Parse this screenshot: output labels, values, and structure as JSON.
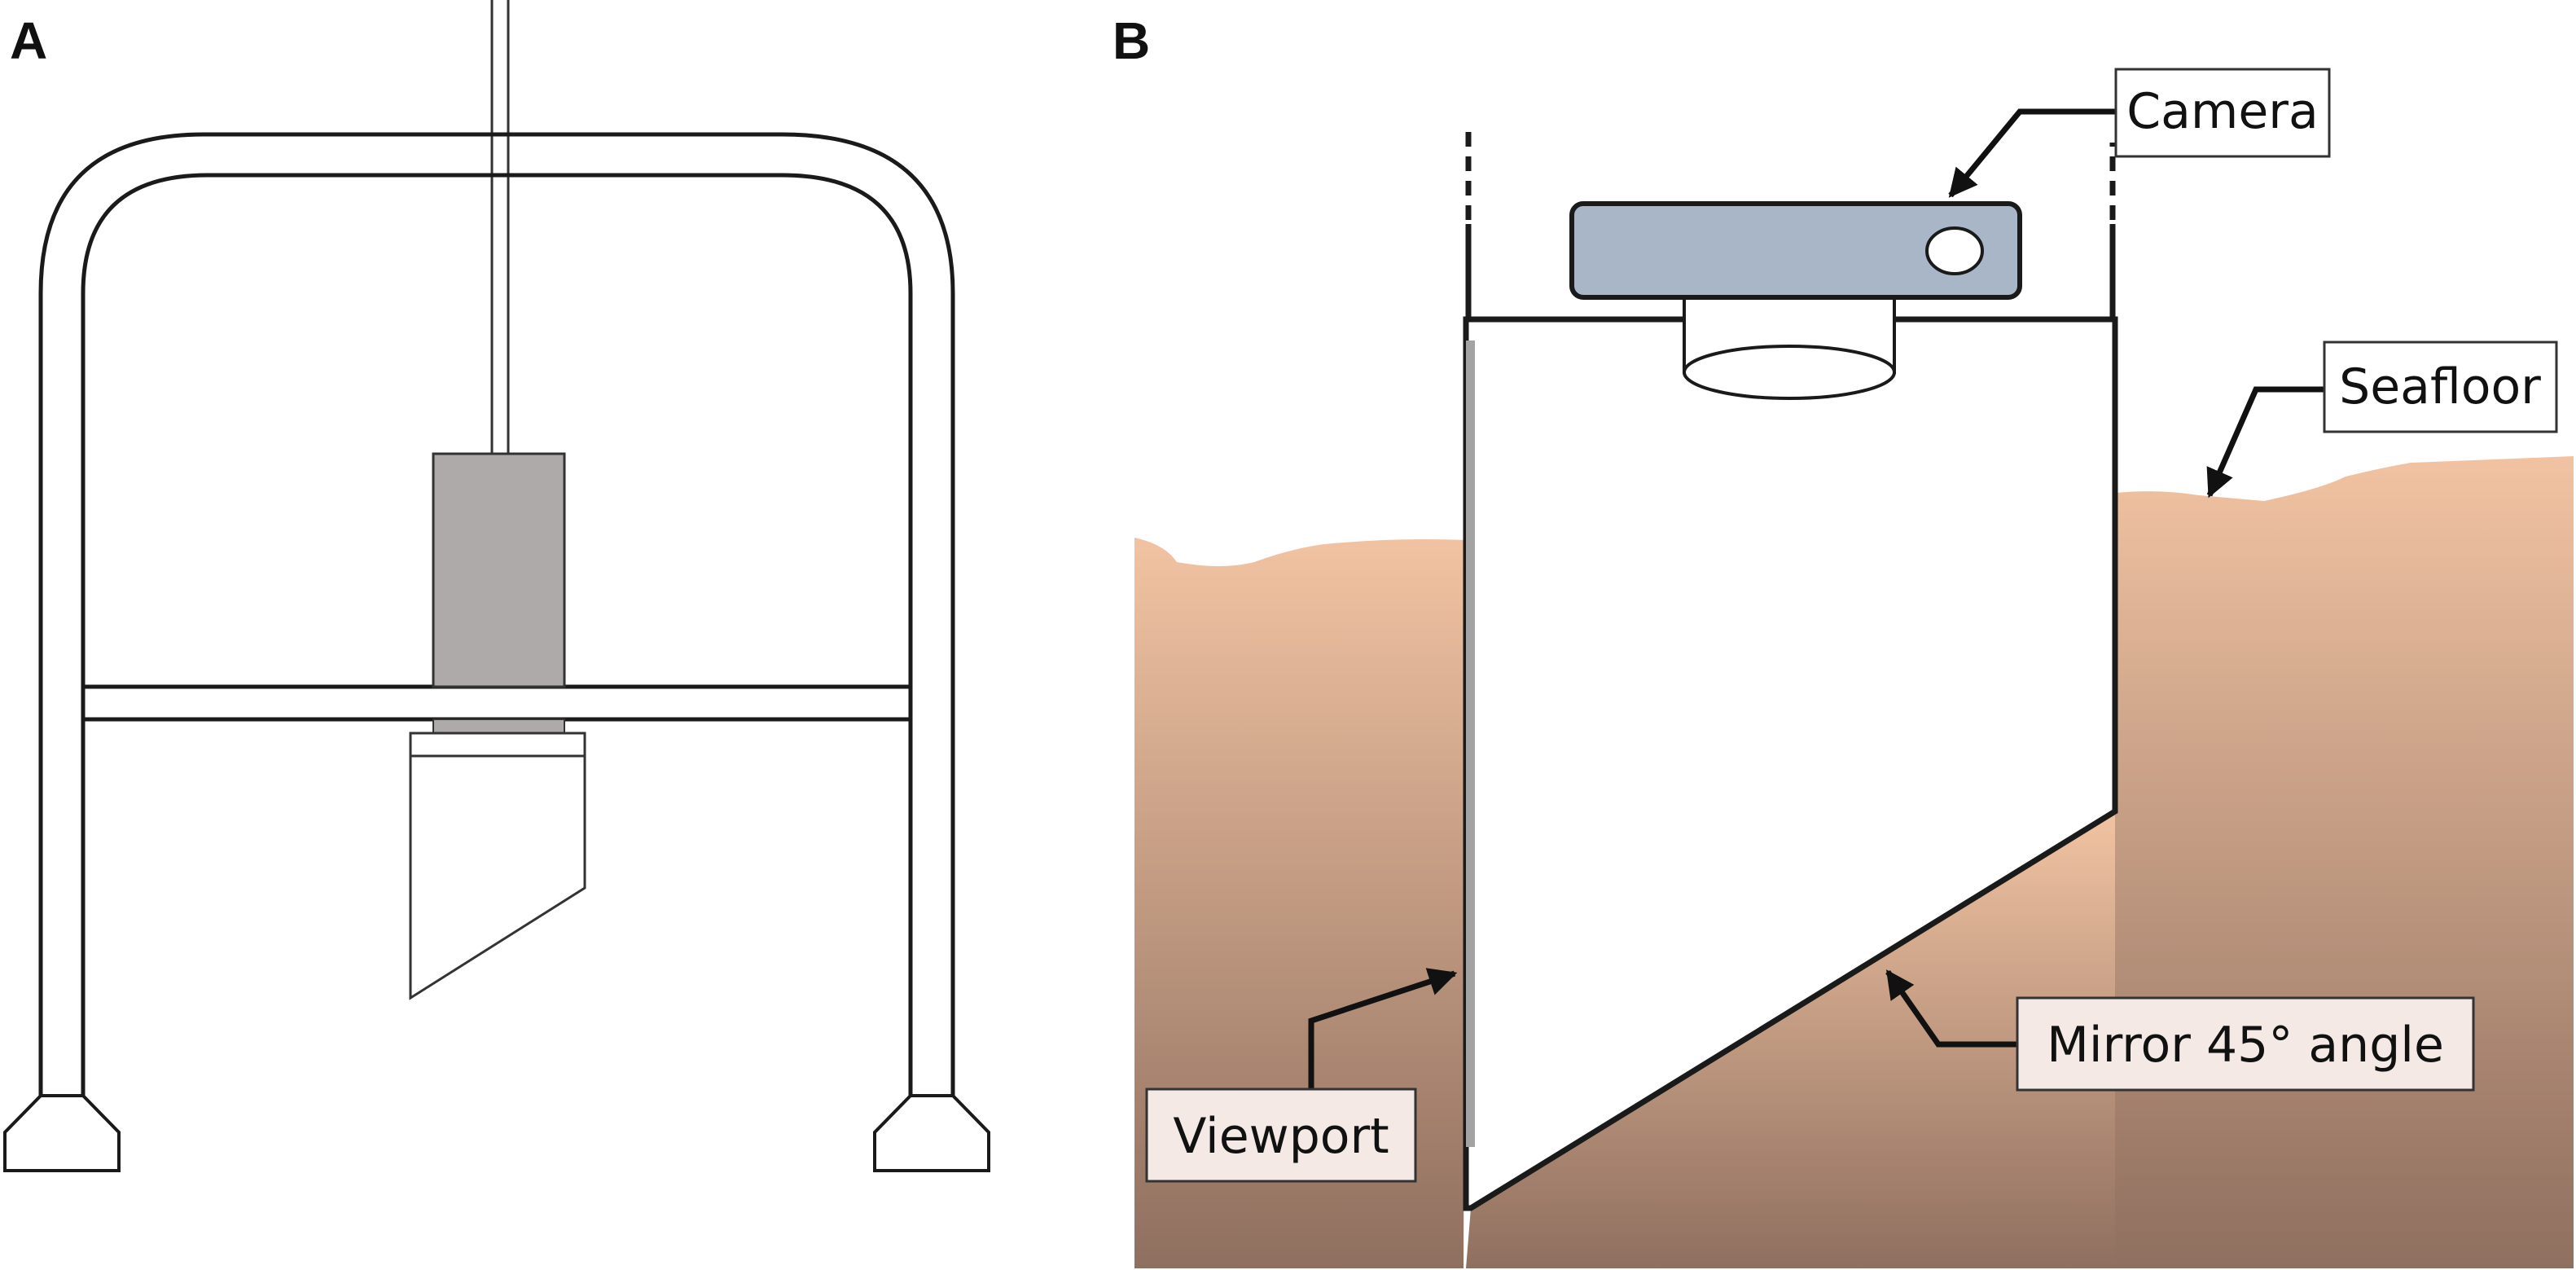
{
  "panels": {
    "a": {
      "letter": "A"
    },
    "b": {
      "letter": "B"
    }
  },
  "callouts": {
    "camera": "Camera",
    "seafloor": "Seafloor",
    "mirror": "Mirror 45° angle",
    "viewport": "Viewport"
  },
  "colors": {
    "frame_stroke": "#1a1a1a",
    "camera_body": "#a9b6c8",
    "housing_grey": "#aeaaa9",
    "viewport_grey": "#a3a3a3",
    "sediment_top": "#f1c3a2",
    "sediment_bottom": "#8f6f5f",
    "label_fill": "#ffffff",
    "label_fill_buried": "#f4e9e4"
  }
}
